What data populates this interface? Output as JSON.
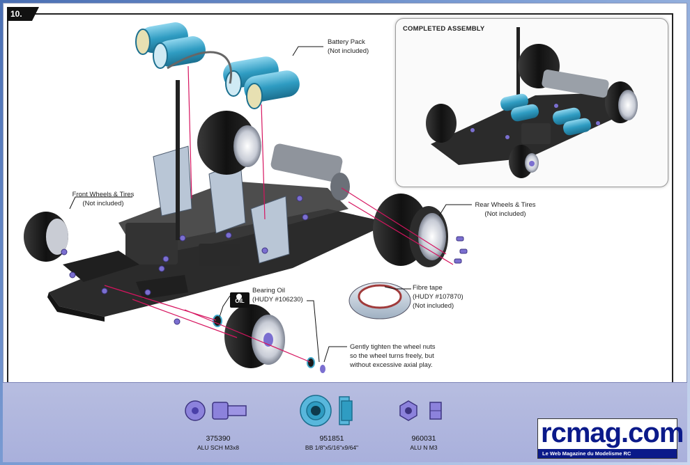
{
  "step": {
    "number": "10."
  },
  "completed": {
    "title": "COMPLETED ASSEMBLY"
  },
  "callouts": {
    "battery_pack": {
      "line1": "Battery Pack",
      "line2": "(Not included)"
    },
    "front_wheels": {
      "line1": "Front Wheels & Tires",
      "line2": "(Not included)"
    },
    "rear_wheels": {
      "line1": "Rear Wheels & Tires",
      "line2": "(Not included)"
    },
    "bearing_oil": {
      "line1": "Bearing Oil",
      "line2": "(HUDY #106230)",
      "badge": "OIL"
    },
    "fibre_tape": {
      "line1": "Fibre tape",
      "line2": "(HUDY #107870)",
      "line3": "(Not included)"
    },
    "wheel_nuts": {
      "line1": "Gently  tighten  the  wheel  nuts",
      "line2": "so  the  wheel  turns  freely,  but",
      "line3": "without excessive axial play."
    }
  },
  "parts": [
    {
      "number": "375390",
      "desc": "ALU SCH M3x8",
      "icon": "screw-icon"
    },
    {
      "number": "951851",
      "desc": "BB 1/8\"x5/16\"x9/64\"",
      "icon": "ball-bearing-icon"
    },
    {
      "number": "960031",
      "desc": "ALU N M3",
      "icon": "nut-icon"
    }
  ],
  "logo": {
    "text": "rcmag.com",
    "tagline": "Le Web Magazine du Modelisme RC"
  },
  "colors": {
    "battery_cell": "#3fa7c9",
    "anodized_part": "#7b6fd0",
    "guide_line": "#d6145f",
    "carbon": "#2b2b2b",
    "tire": "#1c1c1c",
    "parts_bar": "#b0b6df",
    "logo_blue": "#0b1a8a"
  }
}
